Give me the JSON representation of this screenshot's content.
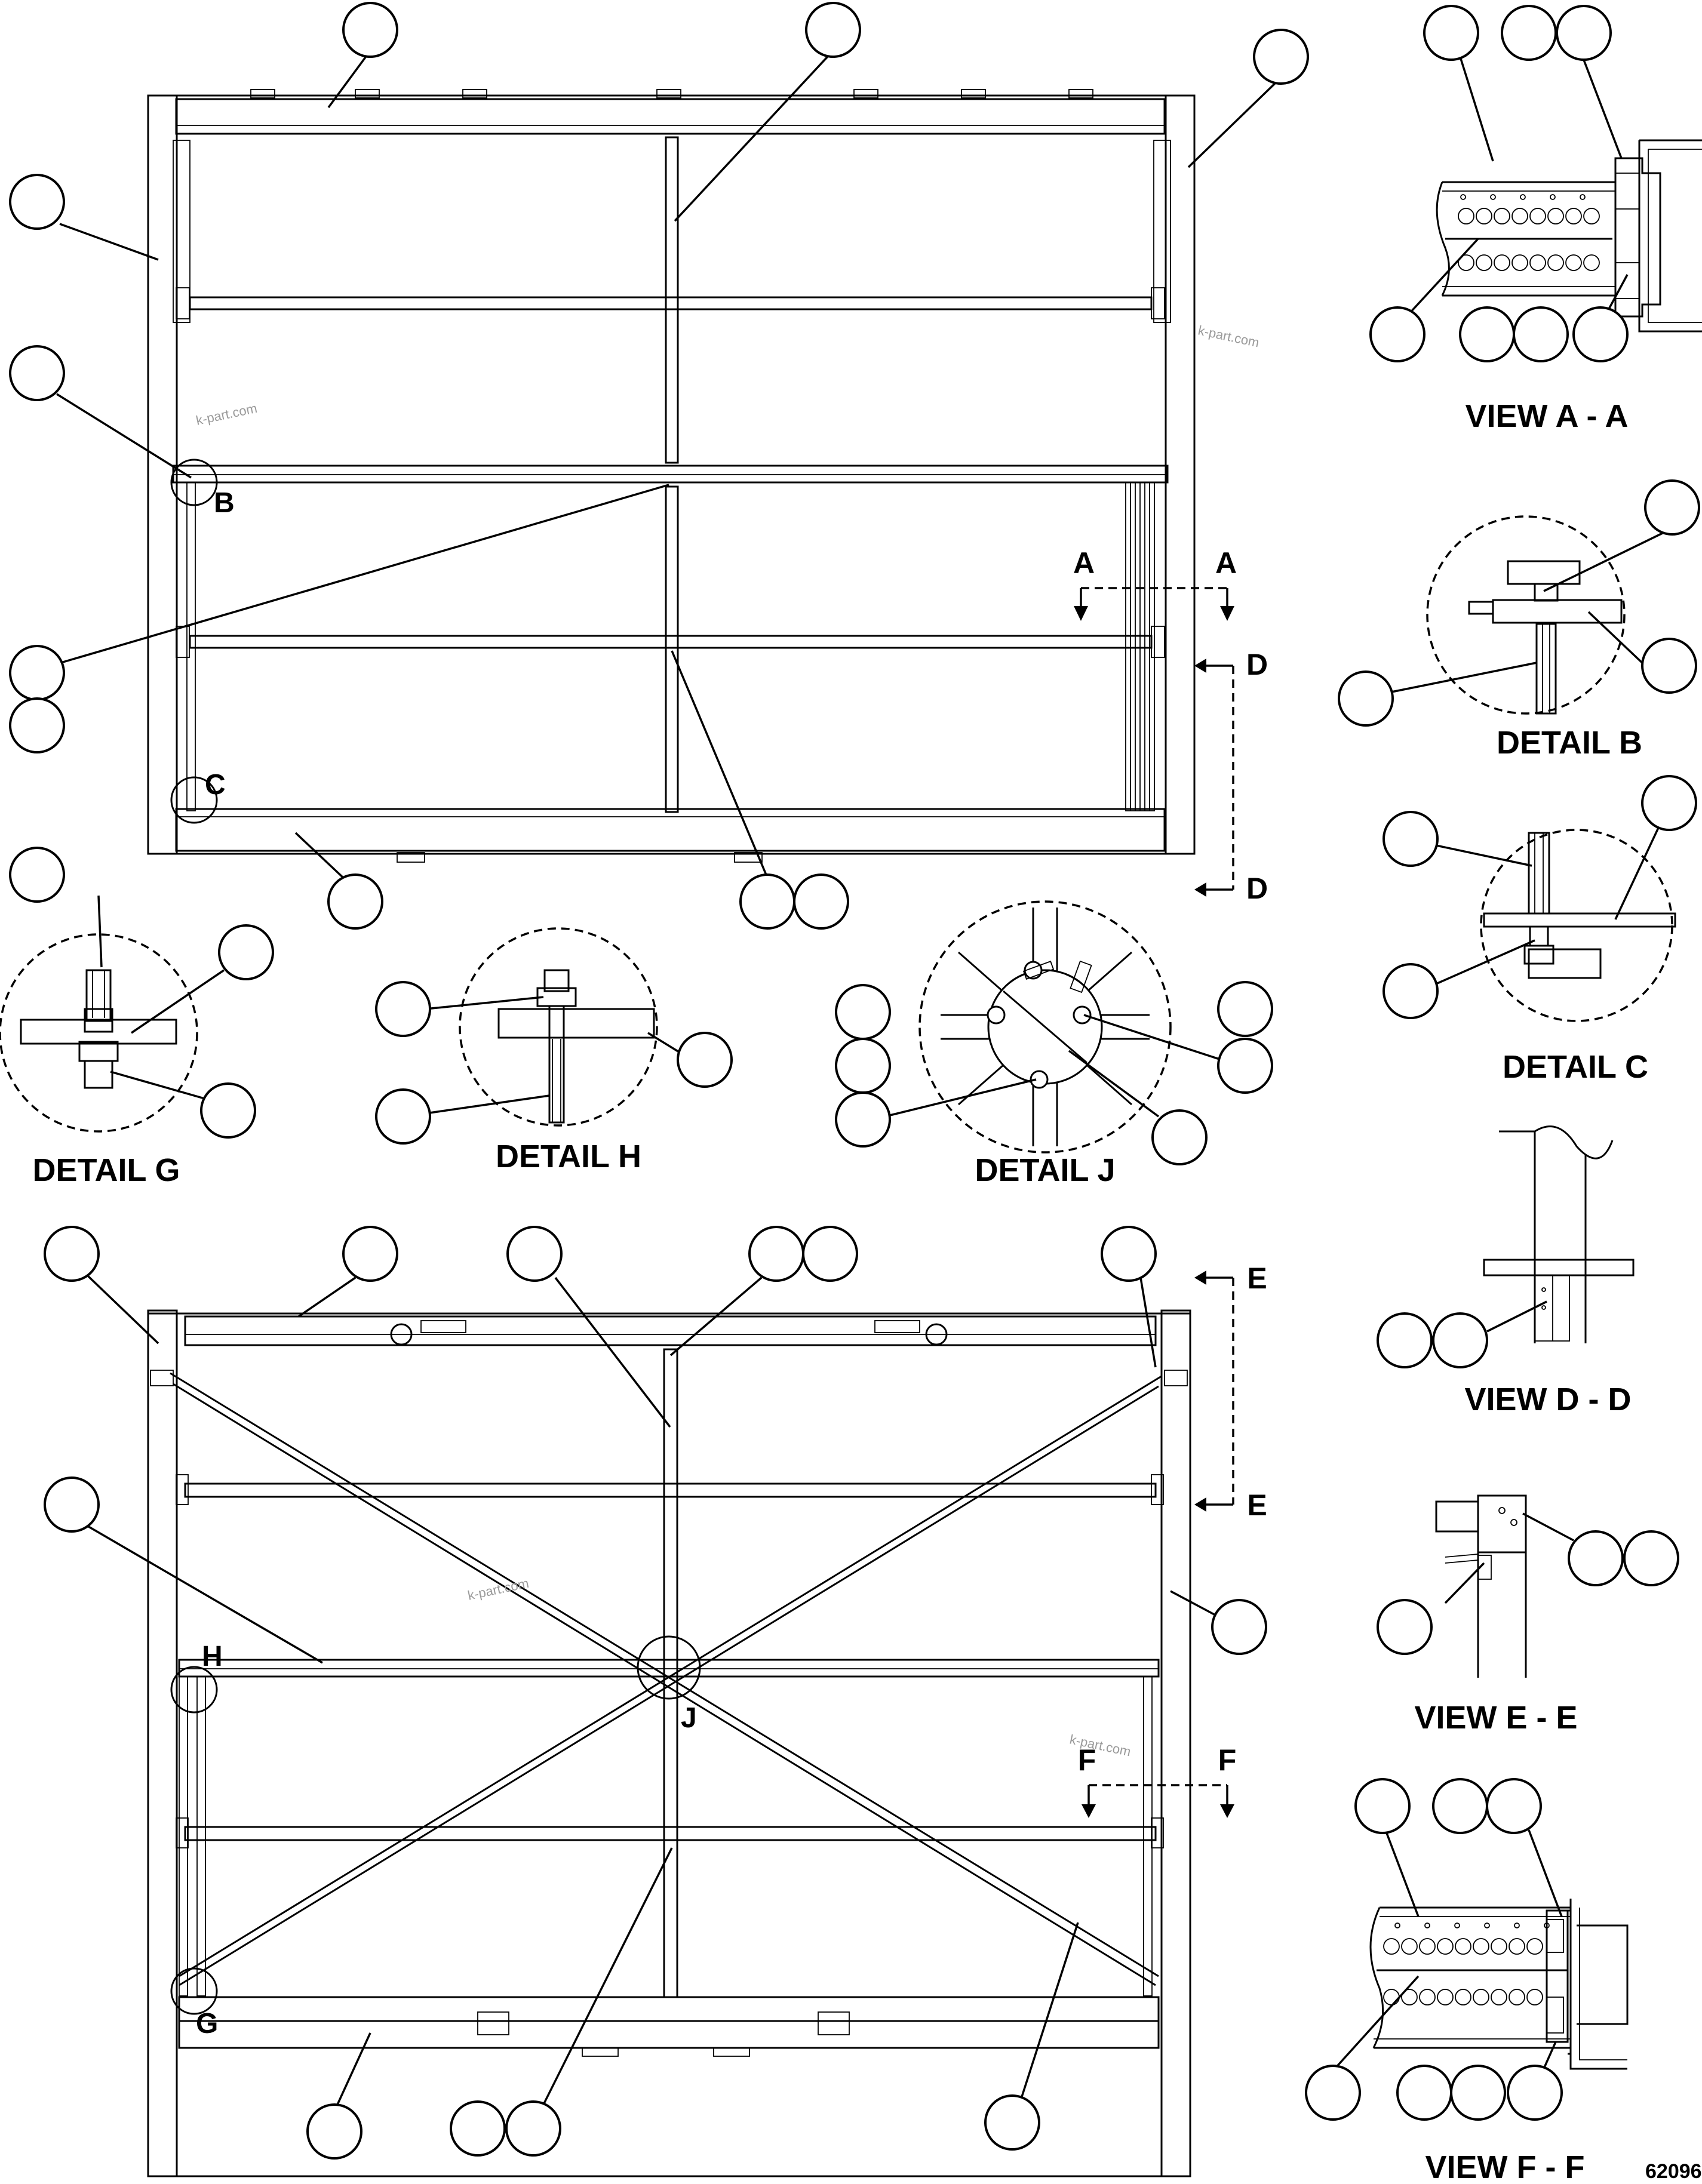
{
  "drawing_number": "62096",
  "watermark": "k-part.com",
  "captions": {
    "view_aa": "VIEW A - A",
    "detail_b": "DETAIL B",
    "detail_c": "DETAIL C",
    "view_dd": "VIEW D - D",
    "view_ee": "VIEW E - E",
    "view_ff": "VIEW F - F",
    "detail_g": "DETAIL G",
    "detail_h": "DETAIL H",
    "detail_j": "DETAIL J"
  },
  "callout_letters": {
    "b": "B",
    "c": "C",
    "g": "G",
    "h": "H",
    "j": "J"
  },
  "section_marks": {
    "a_left": "A",
    "a_right": "A",
    "d_top": "D",
    "d_bottom": "D",
    "e_top": "E",
    "e_bottom": "E",
    "f_left": "F",
    "f_right": "F"
  },
  "colors": {
    "line": "#000000",
    "background": "#ffffff",
    "watermark": "#9a9a9a"
  }
}
